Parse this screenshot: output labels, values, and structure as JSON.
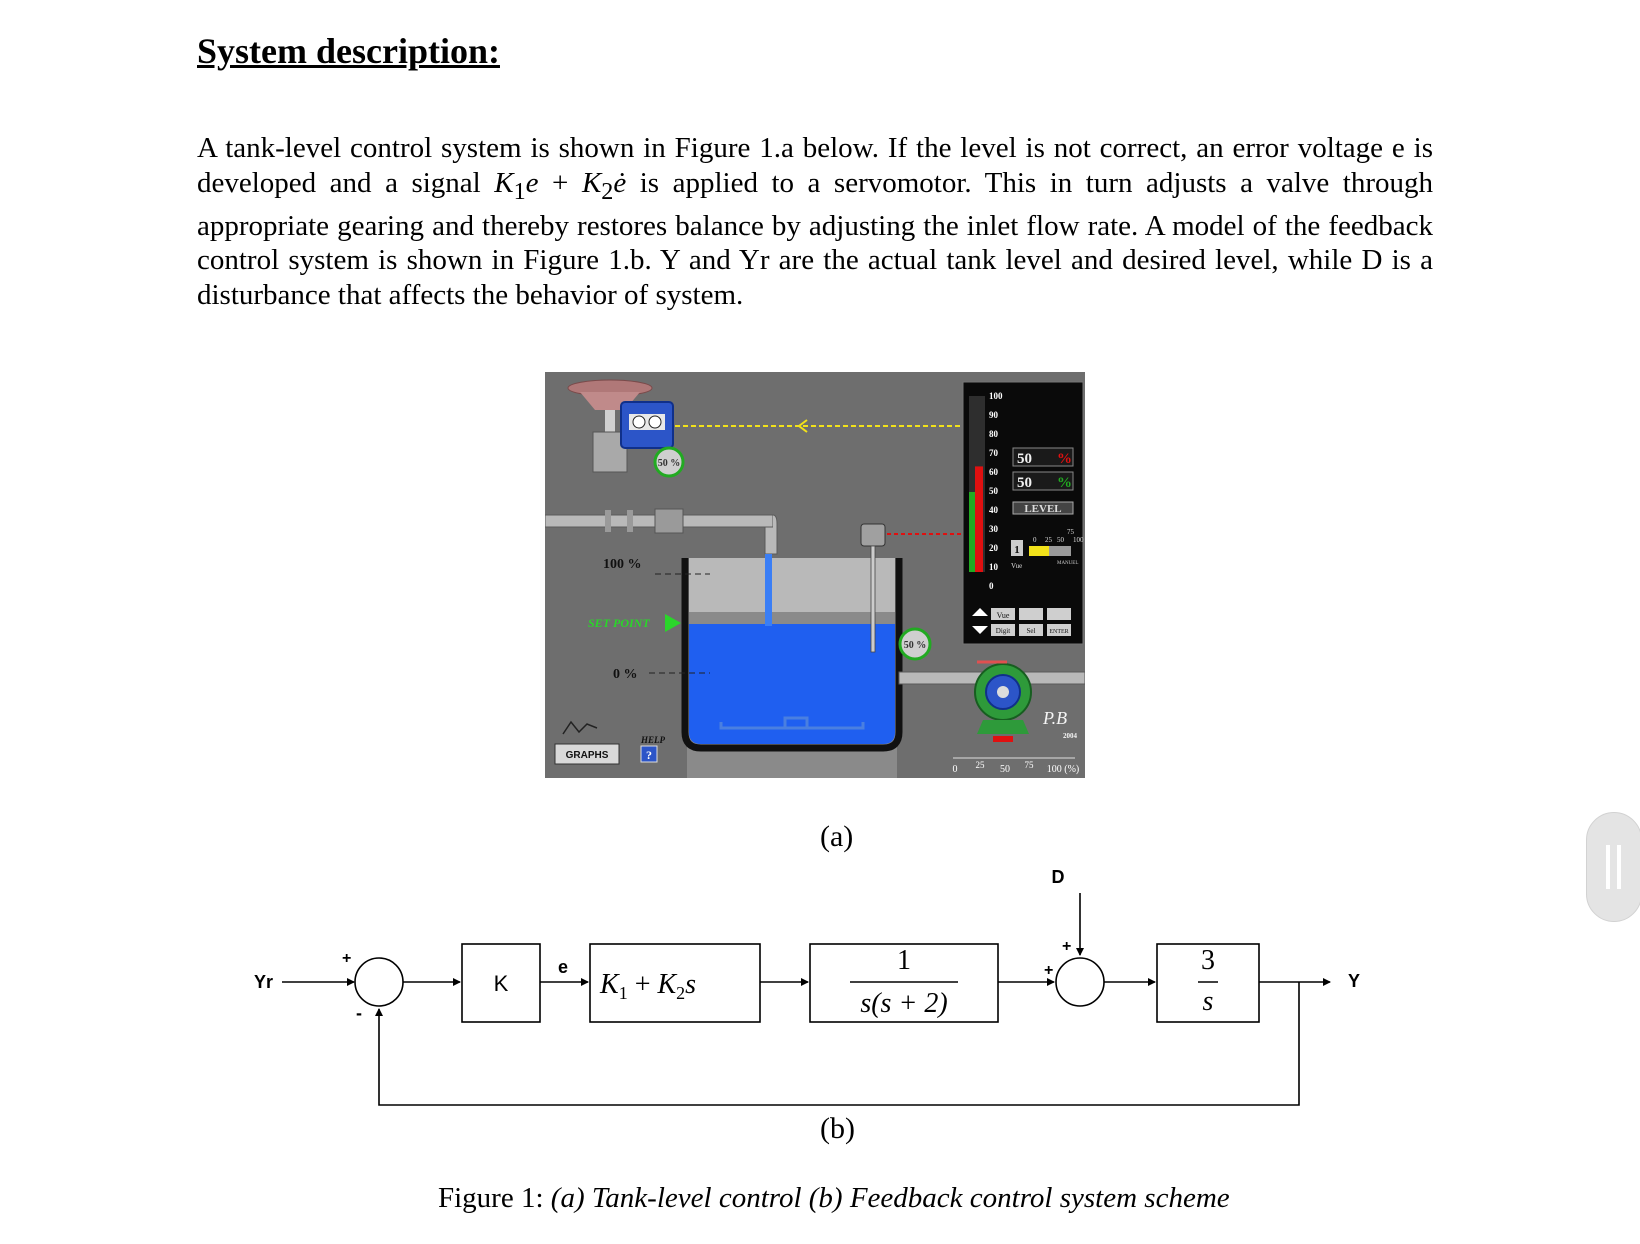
{
  "heading": "System description:",
  "paragraph": {
    "p1": "A tank-level control system is shown in Figure 1.a below. If the level is not correct, an error voltage e is developed and a signal ",
    "eq_k1": "K",
    "eq_sub1": "1",
    "eq_e1": "e",
    "eq_plus": " + ",
    "eq_k2": "K",
    "eq_sub2": "2",
    "eq_e2": "ė",
    "p2": " is applied to a servomotor. This in turn adjusts a valve through appropriate gearing and thereby restores balance by adjusting the inlet flow rate. A model of the feedback control system is shown in Figure 1.b. Y and Yr are the actual tank level and desired level, while D is a disturbance that affects the behavior of system."
  },
  "figure_a": {
    "scale_ticks": [
      "100",
      "90",
      "80",
      "70",
      "60",
      "50",
      "40",
      "30",
      "20",
      "10",
      "0"
    ],
    "readout_1": "50",
    "readout_2": "50",
    "percent": "%",
    "level_label": "LEVEL",
    "vue_label": "Vue",
    "small_1": "1",
    "bar_ticks": [
      "0",
      "25",
      "50",
      "75",
      "100"
    ],
    "manual_label": "MANUEL",
    "btn_vue": "Vue",
    "btn_digit": "Digit",
    "btn_sel": "Sel",
    "btn_enter": "ENTER",
    "valve_pct": "50 %",
    "outlet_pct": "50 %",
    "hi_label": "100 %",
    "setpoint_label": "SET POINT",
    "lo_label": "0 %",
    "graphs_label": "GRAPHS",
    "help_label": "HELP",
    "help_q": "?",
    "brand": "P.B",
    "year": "2004",
    "pump_ticks": [
      "0",
      "25",
      "50",
      "75",
      "100 (%)"
    ],
    "level_fraction": 0.6
  },
  "caption_a": "(a)",
  "figure_b": {
    "yr": "Yr",
    "plus1": "+",
    "minus1": "-",
    "k": "K",
    "e": "e",
    "k1": "K",
    "sub1": "1",
    "plus_mid": " + ",
    "k2": "K",
    "sub2": "2",
    "s": "s",
    "num1": "1",
    "den1": "s(s + 2)",
    "d": "D",
    "plus2": "+",
    "plus3": "+",
    "num2": "3",
    "den2": "s",
    "y": "Y"
  },
  "caption_b": "(b)",
  "figure_caption": {
    "prefix": "Figure 1: ",
    "text": "(a) Tank-level control (b) Feedback control system scheme"
  },
  "colors": {
    "panel_bg": "#6e6e6e",
    "water": "#1f5ff0",
    "level_bar": "#e01010",
    "green": "#22aa22",
    "yellow": "#f2e21a"
  }
}
